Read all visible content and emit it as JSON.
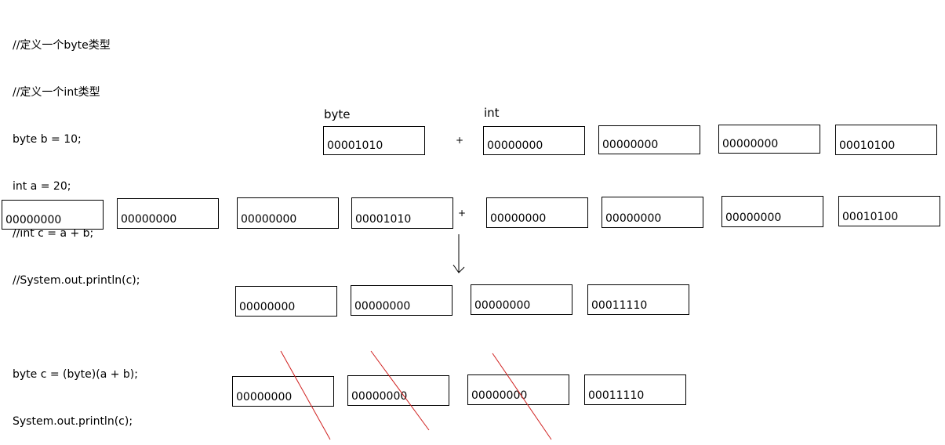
{
  "code_lines": [
    "//定义一个byte类型",
    "//定义一个int类型",
    "byte b = 10;",
    "int a = 20;",
    "//int c = a + b;",
    "//System.out.println(c);",
    "",
    "byte c = (byte)(a + b);",
    "System.out.println(c);"
  ],
  "labels": {
    "byte": "byte",
    "int": "int"
  },
  "operators": {
    "plus": "+"
  },
  "row1": {
    "byte_value": "00001010",
    "int_values": [
      "00000000",
      "00000000",
      "00000000",
      "00010100"
    ]
  },
  "row2": {
    "byte_promoted": [
      "00000000",
      "00000000",
      "00000000",
      "00001010"
    ],
    "int_values": [
      "00000000",
      "00000000",
      "00000000",
      "00010100"
    ]
  },
  "row3": {
    "sum": [
      "00000000",
      "00000000",
      "00000000",
      "00011110"
    ]
  },
  "row4": {
    "truncated": [
      "00000000",
      "00000000",
      "00000000",
      "00011110"
    ],
    "crossed_out_count": 3
  },
  "colors": {
    "strike_line": "#d0201f",
    "border": "#000000"
  }
}
